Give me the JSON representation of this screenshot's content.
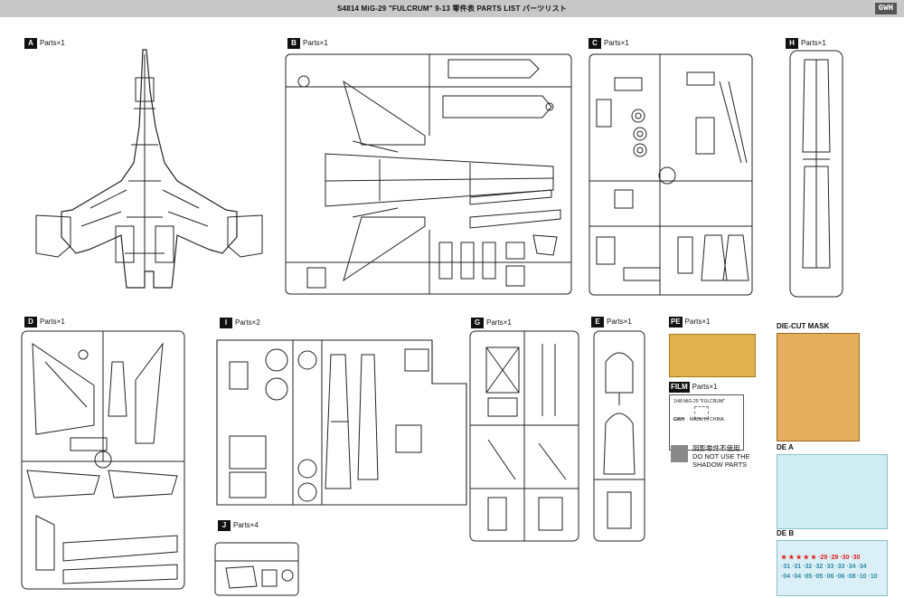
{
  "header": {
    "title": "S4814   MiG-29  \"FULCRUM\"  9-13     零件表   PARTS LIST   パーツリスト",
    "logo": "GWH"
  },
  "parts": {
    "A": {
      "letter": "A",
      "count": "Parts×1"
    },
    "B": {
      "letter": "B",
      "count": "Parts×1"
    },
    "C": {
      "letter": "C",
      "count": "Parts×1"
    },
    "H": {
      "letter": "H",
      "count": "Parts×1"
    },
    "D": {
      "letter": "D",
      "count": "Parts×1"
    },
    "I": {
      "letter": "I",
      "count": "Parts×2"
    },
    "G": {
      "letter": "G",
      "count": "Parts×1"
    },
    "E": {
      "letter": "E",
      "count": "Parts×1"
    },
    "J": {
      "letter": "J",
      "count": "Parts×4"
    },
    "PE": {
      "letter": "PE",
      "count": "Parts×1"
    },
    "FILM": {
      "letter": "FILM",
      "count": "Parts×1"
    }
  },
  "film": {
    "line1": "1/48 MiG-29 \"FULCRUM\"",
    "brand": "GWH",
    "made": "MADE IN CHINA"
  },
  "shadow_note": {
    "cn": "阴影零件不使用",
    "en1": "DO NOT USE THE",
    "en2": "SHADOW PARTS"
  },
  "die_cut": {
    "label": "DIE-CUT MASK"
  },
  "decal_a": {
    "label": "DE A"
  },
  "decal_b": {
    "label": "DE B",
    "row1": "★ ★ ★ ★ ★   ·29 ·29 ·30 ·30",
    "row2": "·31 ·31 ·32 ·32 ·33 ·33 ·34 ·34",
    "row3": "·04 ·04 ·05 ·05 ·06 ·06 ·08 ·10 ·10"
  },
  "colors": {
    "header_bg": "#c8c8c8",
    "sprue_line": "#222222",
    "pe_brass": "#e0b34e",
    "mask_tan": "#e3ae5d",
    "decal_blue": "#cfeef3",
    "decal_star": "#d22222"
  }
}
